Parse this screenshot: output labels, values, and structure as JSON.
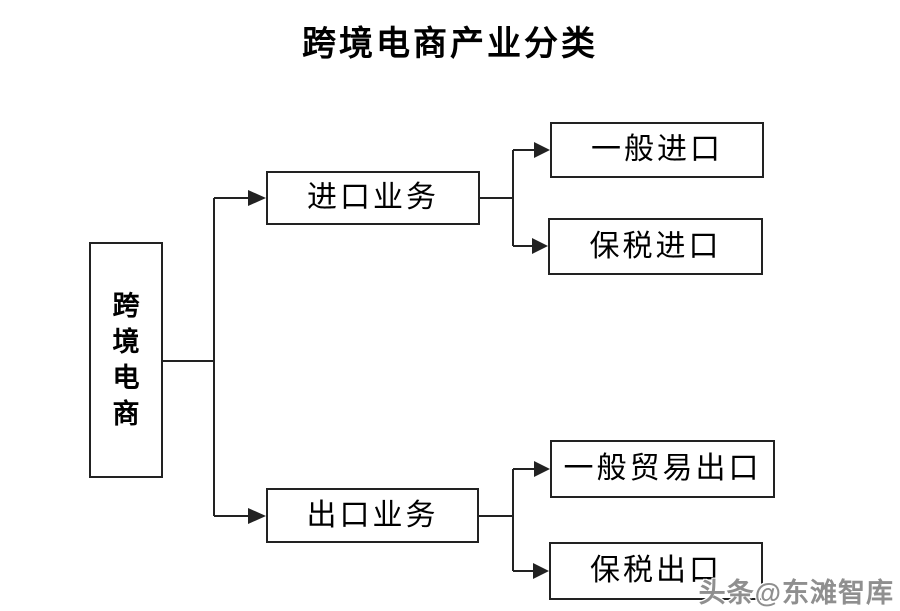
{
  "title": "跨境电商产业分类",
  "diagram": {
    "root": {
      "label": "跨境电商"
    },
    "branches": [
      {
        "label": "进口业务",
        "children": [
          {
            "label": "一般进口"
          },
          {
            "label": "保税进口"
          }
        ]
      },
      {
        "label": "出口业务",
        "children": [
          {
            "label": "一般贸易出口"
          },
          {
            "label": "保税出口"
          }
        ]
      }
    ]
  },
  "watermark": {
    "text": "头条@东滩智库"
  },
  "colors": {
    "line": "#222222",
    "text": "#000000",
    "background": "#ffffff",
    "watermark": "#8f8f8f"
  }
}
